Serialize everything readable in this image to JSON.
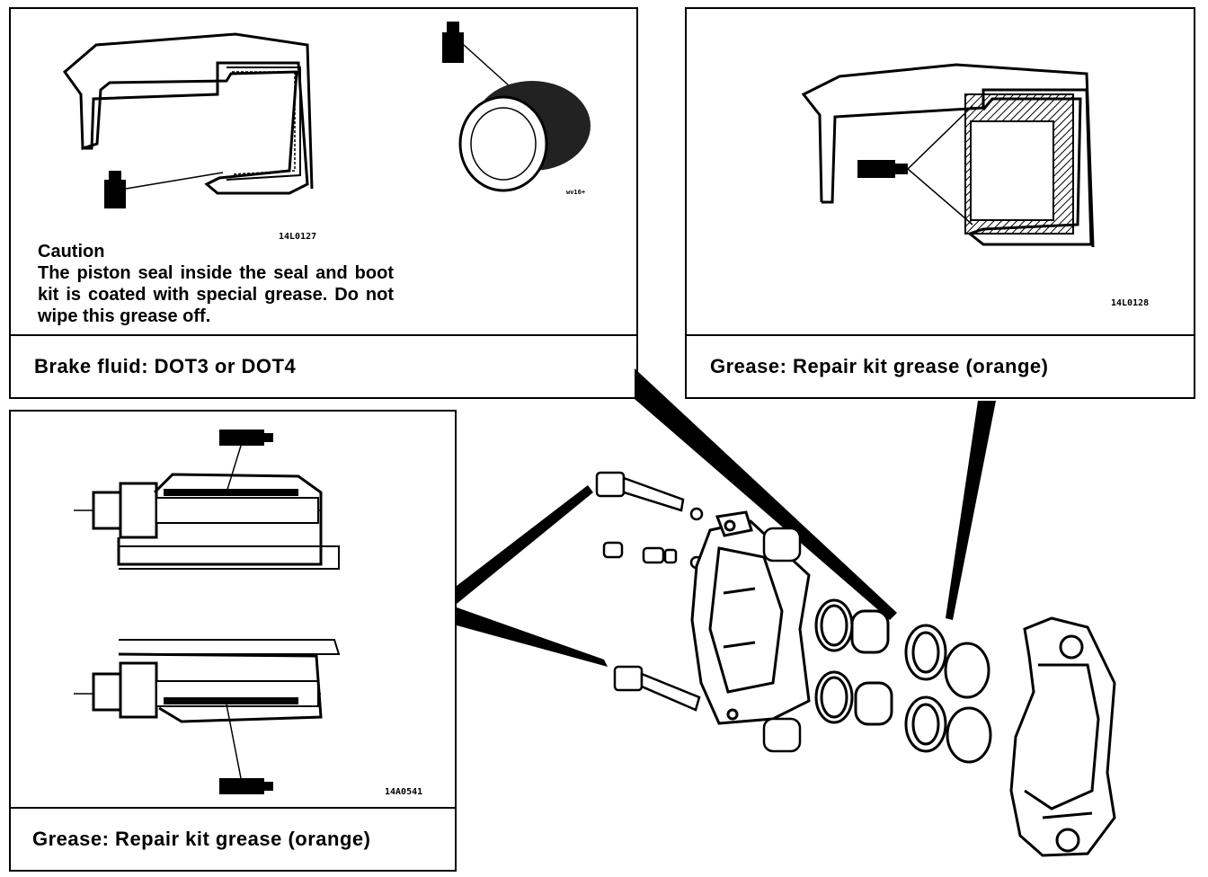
{
  "panels": {
    "brake_fluid": {
      "caution_heading": "Caution",
      "caution_body": "The piston seal inside the seal and boot kit is coated with special grease. Do not wipe this grease off.",
      "figure_code": "14L0127",
      "small_code": "wv16+",
      "caption": "Brake fluid: DOT3 or DOT4"
    },
    "grease_seal": {
      "figure_code": "14L0128",
      "caption": "Grease: Repair kit grease (orange)"
    },
    "grease_pins": {
      "figure_code": "14A0541",
      "caption": "Grease: Repair kit grease (orange)"
    }
  }
}
